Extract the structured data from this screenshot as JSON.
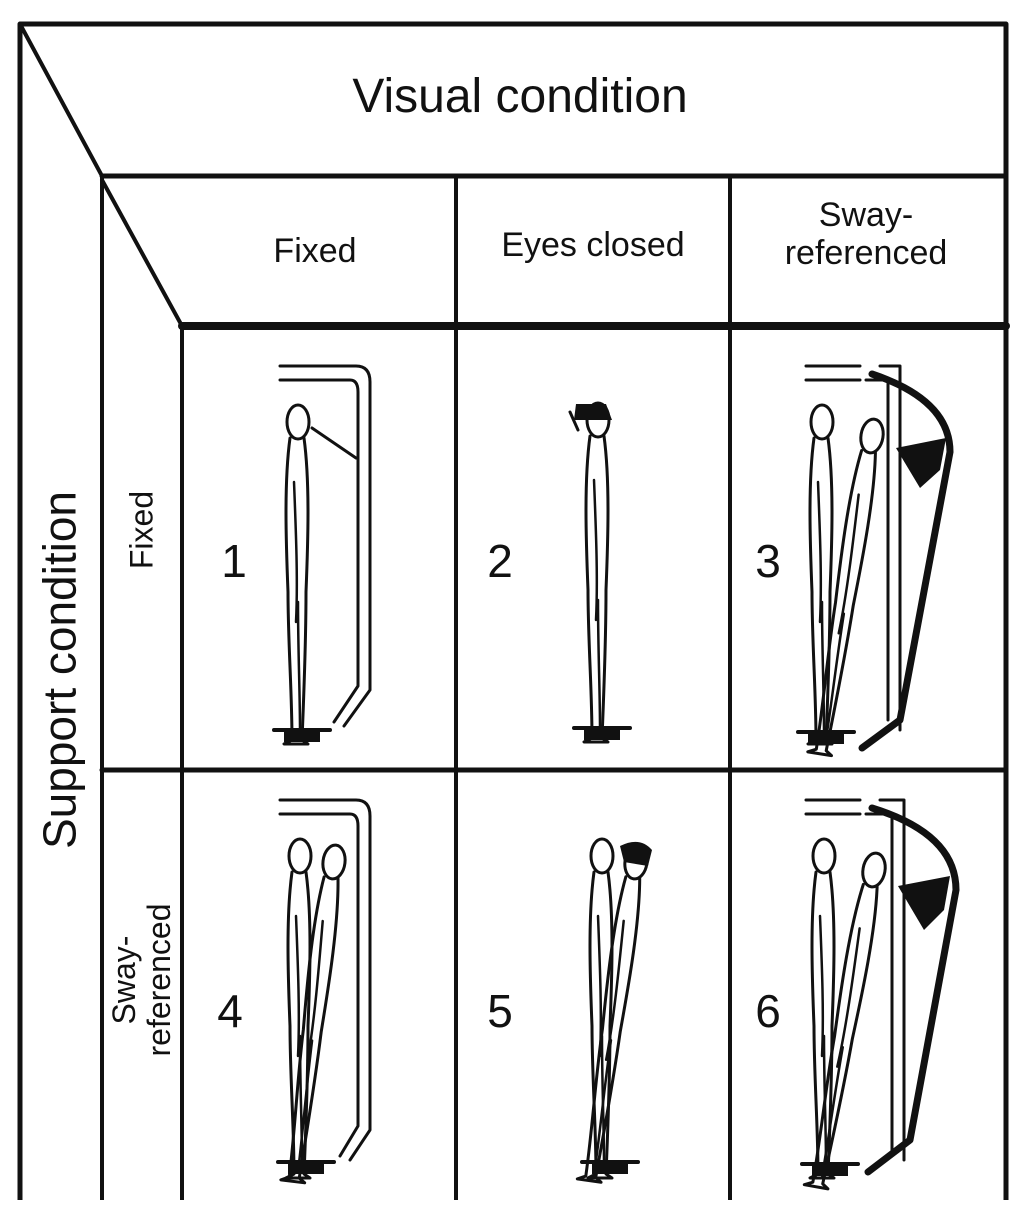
{
  "header": {
    "title": "Visual condition",
    "columns": [
      {
        "label": "Fixed"
      },
      {
        "label": "Eyes closed"
      },
      {
        "label": "Sway-\nreferenced"
      }
    ]
  },
  "side": {
    "title": "Support condition",
    "rows": [
      {
        "label": "Fixed"
      },
      {
        "label": "Sway-\nreferenced"
      }
    ]
  },
  "cells": [
    {
      "number": "1",
      "figure": "standing-figure-fixed-surround-icon"
    },
    {
      "number": "2",
      "figure": "blindfolded-figure-icon"
    },
    {
      "number": "3",
      "figure": "swaying-figure-moving-surround-icon"
    },
    {
      "number": "4",
      "figure": "swaying-figure-fixed-surround-icon"
    },
    {
      "number": "5",
      "figure": "swaying-blindfolded-figure-icon"
    },
    {
      "number": "6",
      "figure": "swaying-figure-moving-surround-icon"
    }
  ]
}
